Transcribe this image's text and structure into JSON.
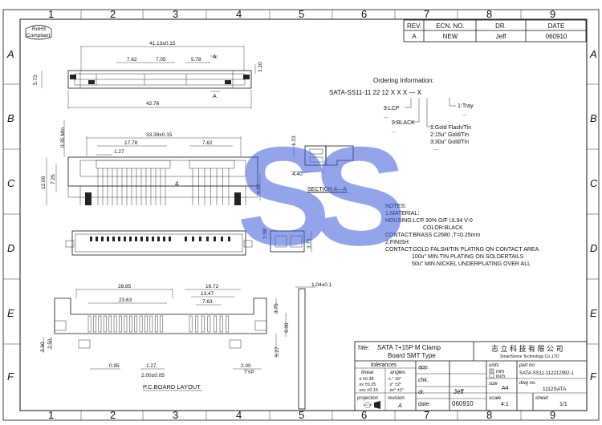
{
  "frame": {
    "columns": [
      "1",
      "2",
      "3",
      "4",
      "5",
      "6",
      "7",
      "8",
      "9"
    ],
    "rows": [
      "A",
      "B",
      "C",
      "D",
      "E",
      "F"
    ]
  },
  "rohs": {
    "line1": "RoHS",
    "line2": "Compliant"
  },
  "revision_table": {
    "headers": [
      "REV.",
      "ECN. NO.",
      "DR.",
      "DATE"
    ],
    "row": [
      "A",
      "NEW",
      "Jeff",
      "060910"
    ]
  },
  "ordering": {
    "title": "Ordering Information:",
    "code": "SATA-SS11-11 22 12 X X X — X",
    "opt_housing_lcp": "9:LCP",
    "opt_housing_black": "9:BLACK",
    "dots": "...",
    "opt_tray": "1:Tray",
    "plating": [
      "1:Gold Flash/Tin",
      "2:15u\" Gold/Tin",
      "3:30u\" Gold/Tin"
    ]
  },
  "notes": {
    "title": "NOTES:",
    "lines": [
      "1.MATERIAL:",
      "HOUSING:LCP 30% G/F UL94 V-0",
      "COLOR:BLACK",
      "CONTACT:BRASS C2680 ,T=0.25mm",
      "2.FINISH:",
      "CONTACT:GOLD FALSH/TIN PLATING ON CONTACT AREA",
      "100u\" MIN.TIN PLATING ON SOLDERTAILS",
      "50u\" MIN.NICKEL UNDERPLATING OVER ALL"
    ]
  },
  "dims_top": [
    "41.13±0.15",
    "7.62",
    "7.05",
    "5.78",
    "A",
    "1.10",
    "5.73",
    "42.76"
  ],
  "dims_front": [
    "33.39±0.15",
    "17.78",
    "1.27",
    "7.62",
    "0.35 Min",
    "7.25",
    "12.00",
    "4.80",
    "A"
  ],
  "section": {
    "label": "SECTION A—A",
    "dims": [
      "1.23",
      "4.40"
    ]
  },
  "dims_bottom": [
    "1.38",
    "3.73"
  ],
  "dims_pcb": [
    "28.85",
    "16.72",
    "23.63",
    "13.47",
    "7.63",
    "3.75",
    "6.00",
    "5.27",
    "3.90",
    "2.50",
    "0.95",
    "1.27",
    "2.00±0.05",
    "2.00",
    "TYP"
  ],
  "pcb_label": "P.C.BOARD LAYOUT",
  "side_dim": "1.04±0.1",
  "title_block": {
    "title_label": "Title:",
    "title_line1": "SATA 7+15P M Clamp",
    "title_line2": "Board SMT Type",
    "company_cn": "志 立 科 技 有 限 公 司",
    "company_en": "SmartSense Technology Co.,LTD",
    "tolerances_label": "tolerances",
    "linear_label": "linear",
    "angles_label": "angles",
    "tol_lines": [
      ".x  ±0.38",
      ".xx  ±0.25",
      ".xxx ±0.15"
    ],
    "ang_lines": [
      "x.° ±5°",
      ".x° ±2°",
      ".xx° ±1°"
    ],
    "projection_label": "projection",
    "revision_label": "revision.",
    "revision_value": "A",
    "app_label": "app.",
    "chk_label": "chk.",
    "dr_label": "dr.",
    "dr_value": "Jeff",
    "date_label": "date.",
    "date_value": "060910",
    "units_label": "units",
    "unit_mm": "mm",
    "unit_inch": "inch",
    "size_label": "size",
    "size_value": "A4",
    "part_no_label": "part no:",
    "part_no_value": "SATA-SS11-112212992-1",
    "dwg_no_label": "dwg no.",
    "dwg_no_value": "1112SATA",
    "scale_label": "scale",
    "scale_value": "4:1",
    "sheet_label": "sheet",
    "sheet_value": "1/1"
  },
  "watermark": {
    "text": "SS",
    "color": "#3b5bdb"
  }
}
